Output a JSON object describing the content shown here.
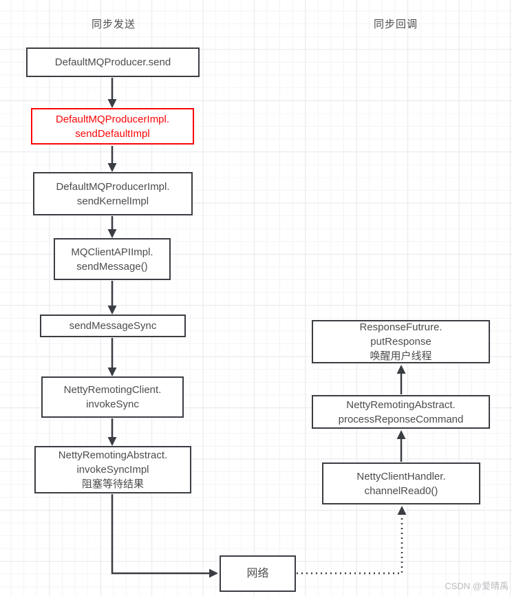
{
  "titles": {
    "left": "同步发送",
    "right": "同步回调"
  },
  "colors": {
    "box_border": "#3a3d42",
    "box_text": "#4c4c4c",
    "highlight_red": "#fa0707",
    "grid_minor": "#f4f4f7",
    "grid_major": "#e9e9ee",
    "watermark": "#bdbdc1"
  },
  "flow": {
    "left": [
      {
        "id": "default-mq-producer-send",
        "lines": [
          "DefaultMQProducer.send"
        ]
      },
      {
        "id": "send-default-impl",
        "highlight": true,
        "lines": [
          "DefaultMQProducerImpl.",
          "sendDefaultImpl"
        ]
      },
      {
        "id": "send-kernel-impl",
        "lines": [
          "DefaultMQProducerImpl.",
          "sendKernelImpl"
        ]
      },
      {
        "id": "send-message",
        "lines": [
          "MQClientAPIImpl.",
          "sendMessage()"
        ]
      },
      {
        "id": "send-message-sync",
        "lines": [
          "sendMessageSync"
        ]
      },
      {
        "id": "invoke-sync",
        "lines": [
          "NettyRemotingClient.",
          "invokeSync"
        ]
      },
      {
        "id": "invoke-sync-impl",
        "lines": [
          "NettyRemotingAbstract.",
          "invokeSyncImpl",
          "阻塞等待结果"
        ]
      }
    ],
    "network": {
      "id": "network",
      "lines": [
        "网络"
      ]
    },
    "right": [
      {
        "id": "put-response",
        "lines": [
          "ResponseFutrure.",
          "putResponse",
          "唤醒用户线程"
        ]
      },
      {
        "id": "process-response-command",
        "lines": [
          "NettyRemotingAbstract.",
          "processReponseCommand"
        ]
      },
      {
        "id": "channel-read0",
        "lines": [
          "NettyClientHandler.",
          "channelRead0()"
        ]
      }
    ]
  },
  "watermark": "CSDN @爱晴禹"
}
